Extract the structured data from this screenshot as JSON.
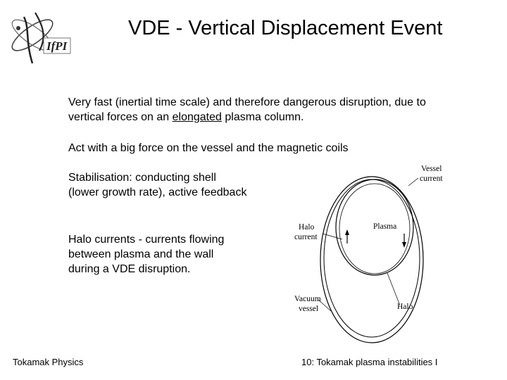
{
  "header": {
    "title": "VDE - Vertical Displacement Event"
  },
  "body": {
    "p1_line1": "Very fast (inertial time scale) and therefore dangerous disruption, due to",
    "p1_line2_before": "vertical forces on an ",
    "p1_line2_underlined": "elongated",
    "p1_line2_after": " plasma column.",
    "p2": "Act with a big force on the vessel and the magnetic coils",
    "p3_line1": "Stabilisation: conducting shell",
    "p3_line2": "(lower growth rate), active feedback",
    "p4_line1": "Halo currents - currents flowing",
    "p4_line2": "between plasma and the wall",
    "p4_line3": "during a VDE disruption."
  },
  "figure": {
    "vessel_current_line1": "Vessel",
    "vessel_current_line2": "current",
    "halo_current_line1": "Halo",
    "halo_current_line2": "current",
    "plasma": "Plasma",
    "vacuum_vessel_line1": "Vacuum",
    "vacuum_vessel_line2": "vessel",
    "halo": "Halo"
  },
  "footer": {
    "left": "Tokamak Physics",
    "right": "10: Tokamak plasma instabilities I"
  },
  "icons": {
    "logo": "ifpi-logo-icon"
  }
}
